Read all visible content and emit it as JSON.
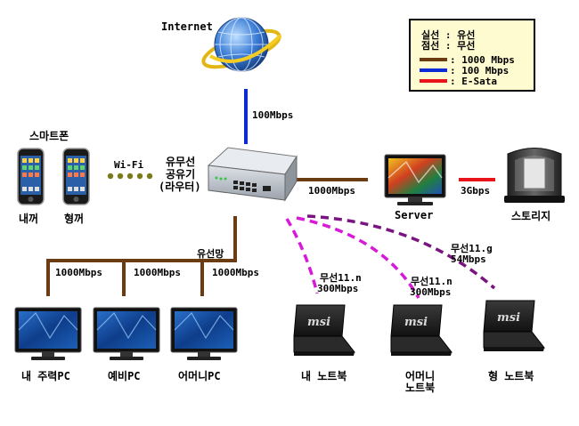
{
  "colors": {
    "speed_1000": "#6b3b12",
    "speed_100": "#0b2bd6",
    "esata": "#e8141a",
    "wifi_dots": "#7a7a1a",
    "wireless_magenta": "#d81ad8",
    "wireless_purple": "#7a1480",
    "legend_bg": "#fffbd0"
  },
  "legend": {
    "solid": "실선 : 유선",
    "dotted": "점선 : 무선",
    "brown": ": 1000 Mbps",
    "blue": ": 100 Mbps",
    "red": ": E-Sata"
  },
  "nodes": {
    "internet": "Internet",
    "smartphone_group": "스마트폰",
    "phone_mine": "내꺼",
    "phone_brother": "형꺼",
    "router_label_1": "유무선",
    "router_label_2": "공유기",
    "router_label_3": "(라우터)",
    "server": "Server",
    "storage": "스토리지",
    "pc_main": "내 주력PC",
    "pc_spare": "예비PC",
    "pc_mother": "어머니PC",
    "laptop_mine": "내 노트북",
    "laptop_mother_1": "어머니",
    "laptop_mother_2": "노트북",
    "laptop_brother": "형 노트북"
  },
  "links": {
    "internet_router": "100Mbps",
    "phones_router": "Wi-Fi",
    "router_server": "1000Mbps",
    "server_storage": "3Gbps",
    "wired_net": "유선망",
    "pc_link_1": "1000Mbps",
    "pc_link_2": "1000Mbps",
    "pc_link_3": "1000Mbps",
    "laptop_mine_1": "무선11.n",
    "laptop_mine_2": "300Mbps",
    "laptop_mother_1": "무선11.n",
    "laptop_mother_2": "300Mbps",
    "laptop_brother_1": "무선11.g",
    "laptop_brother_2": "54Mbps"
  },
  "icons": {
    "globe": "globe-icon",
    "phone": "smartphone-icon",
    "router": "router-icon",
    "monitor": "monitor-icon",
    "storage": "storage-icon",
    "laptop": "laptop-icon",
    "laptop_brand": "msi"
  }
}
